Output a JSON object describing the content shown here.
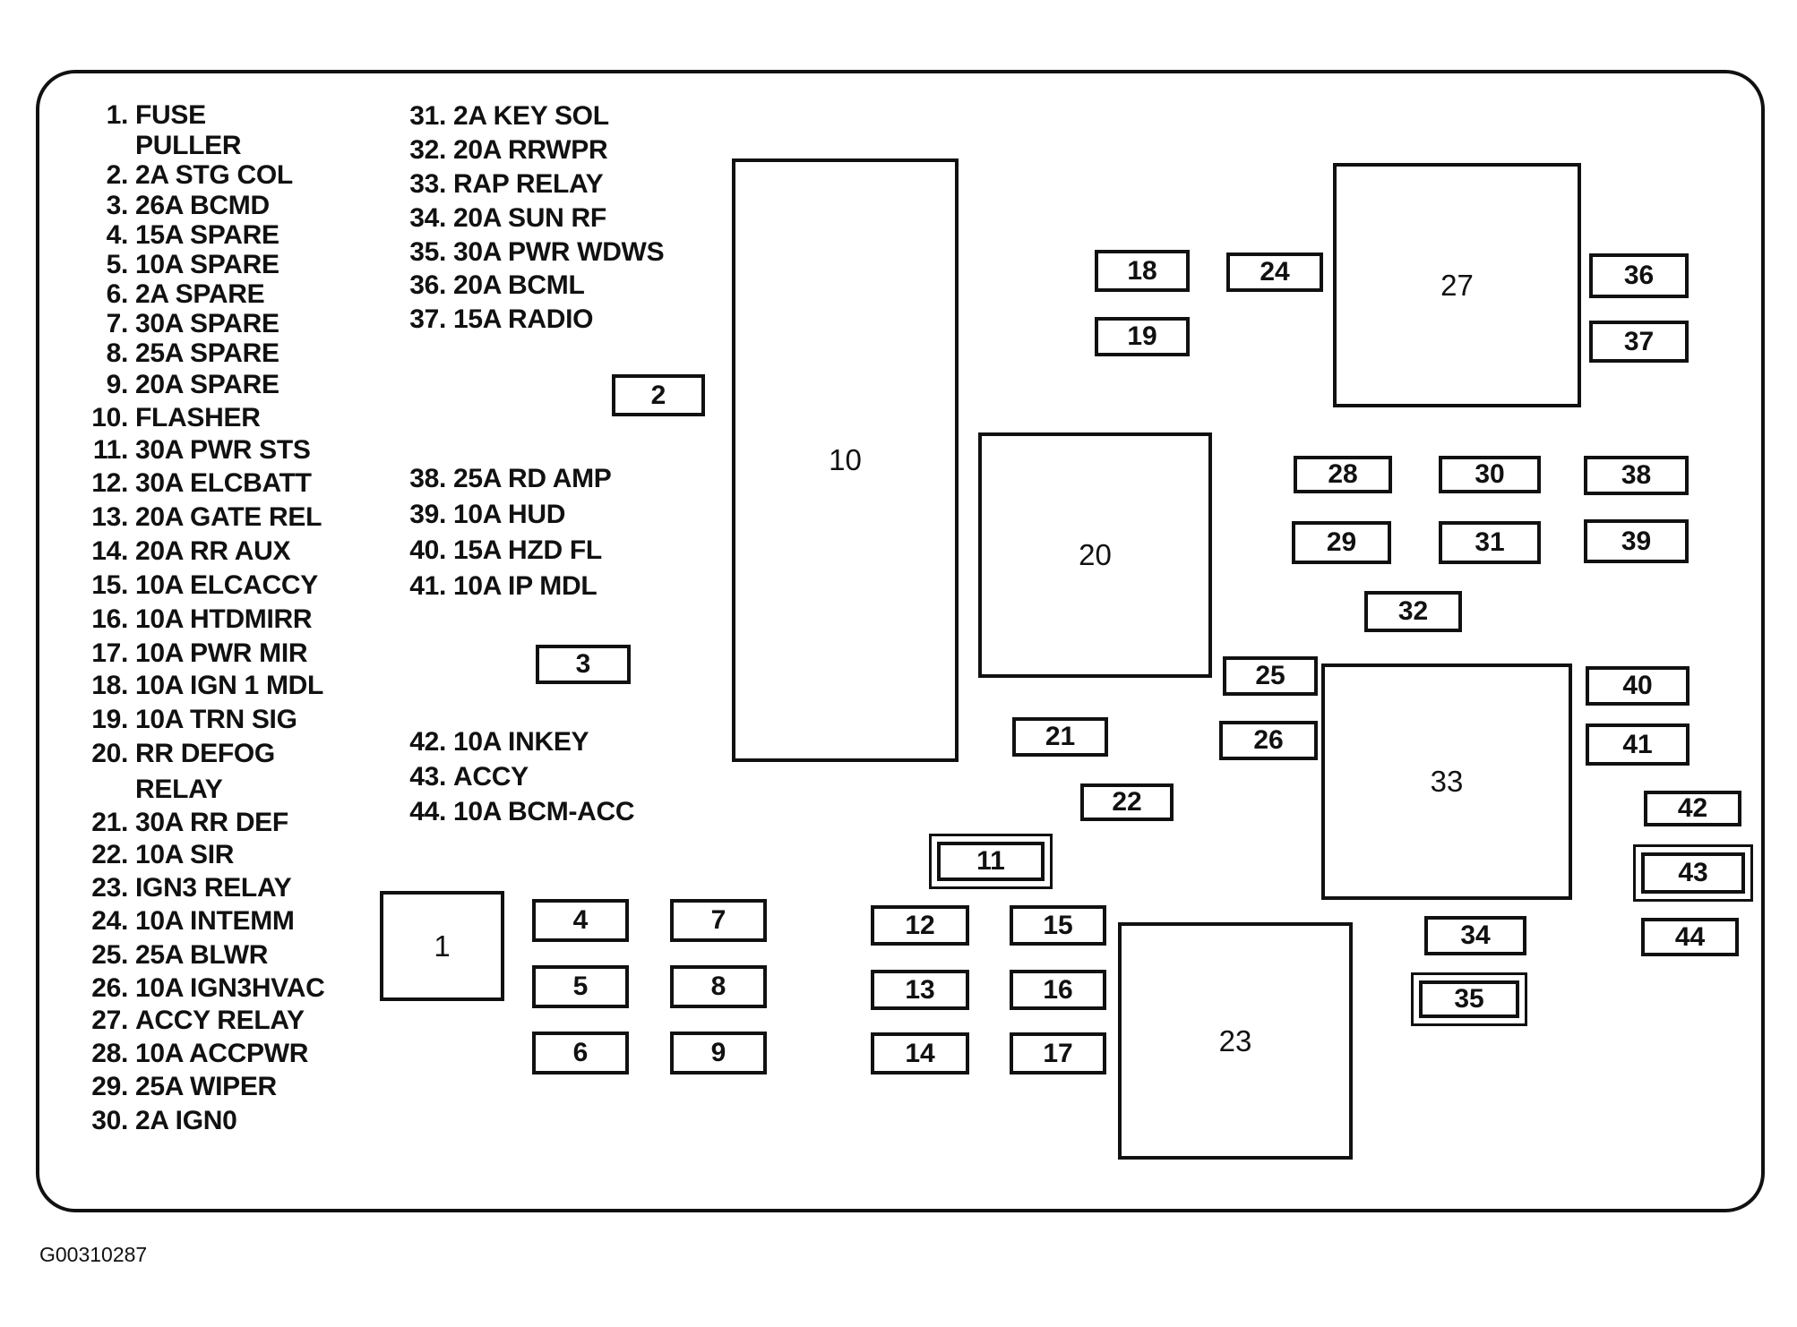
{
  "legend": [
    {
      "num": "1.",
      "text": "FUSE"
    },
    {
      "num": "",
      "text": "PULLER"
    },
    {
      "num": "2.",
      "text": "2A STG COL"
    },
    {
      "num": "3.",
      "text": "26A BCMD"
    },
    {
      "num": "4.",
      "text": "15A SPARE"
    },
    {
      "num": "5.",
      "text": "10A SPARE"
    },
    {
      "num": "6.",
      "text": "2A SPARE"
    },
    {
      "num": "7.",
      "text": "30A SPARE"
    },
    {
      "num": "8.",
      "text": "25A SPARE"
    },
    {
      "num": "9.",
      "text": "20A SPARE"
    },
    {
      "num": "10.",
      "text": "FLASHER"
    },
    {
      "num": "11.",
      "text": "30A PWR STS"
    },
    {
      "num": "12.",
      "text": "30A ELCBATT"
    },
    {
      "num": "13.",
      "text": "20A GATE REL"
    },
    {
      "num": "14.",
      "text": "20A RR AUX"
    },
    {
      "num": "15.",
      "text": "10A ELCACCY"
    },
    {
      "num": "16.",
      "text": "10A HTDMIRR"
    },
    {
      "num": "17.",
      "text": "10A PWR MIR"
    },
    {
      "num": "18.",
      "text": "10A IGN 1 MDL"
    },
    {
      "num": "19.",
      "text": "10A TRN SIG"
    },
    {
      "num": "20.",
      "text": "RR DEFOG"
    },
    {
      "num": "",
      "text": "RELAY"
    },
    {
      "num": "21.",
      "text": "30A RR DEF"
    },
    {
      "num": "22.",
      "text": "10A SIR"
    },
    {
      "num": "23.",
      "text": "IGN3 RELAY"
    },
    {
      "num": "24.",
      "text": "10A INTEMM"
    },
    {
      "num": "25.",
      "text": "25A BLWR"
    },
    {
      "num": "26.",
      "text": "10A IGN3HVAC"
    },
    {
      "num": "27.",
      "text": "ACCY RELAY"
    },
    {
      "num": "28.",
      "text": "10A ACCPWR"
    },
    {
      "num": "29.",
      "text": "25A WIPER"
    },
    {
      "num": "30.",
      "text": "2A IGN0"
    },
    {
      "num": "31.",
      "text": "2A KEY SOL"
    },
    {
      "num": "32.",
      "text": "20A RRWPR"
    },
    {
      "num": "33.",
      "text": "RAP RELAY"
    },
    {
      "num": "34.",
      "text": "20A SUN RF"
    },
    {
      "num": "35.",
      "text": "30A PWR WDWS"
    },
    {
      "num": "36.",
      "text": "20A BCML"
    },
    {
      "num": "37.",
      "text": "15A RADIO"
    },
    {
      "num": "38.",
      "text": "25A RD AMP"
    },
    {
      "num": "39.",
      "text": "10A HUD"
    },
    {
      "num": "40.",
      "text": "15A HZD FL"
    },
    {
      "num": "41.",
      "text": "10A IP MDL"
    },
    {
      "num": "42.",
      "text": "10A INKEY"
    },
    {
      "num": "43.",
      "text": "ACCY"
    },
    {
      "num": "44.",
      "text": "10A BCM-ACC"
    }
  ],
  "components": [
    "1",
    "2",
    "3",
    "4",
    "5",
    "6",
    "7",
    "8",
    "9",
    "10",
    "11",
    "12",
    "13",
    "14",
    "15",
    "16",
    "17",
    "18",
    "19",
    "20",
    "21",
    "22",
    "23",
    "24",
    "25",
    "26",
    "27",
    "28",
    "29",
    "30",
    "31",
    "32",
    "33",
    "34",
    "35",
    "36",
    "37",
    "38",
    "39",
    "40",
    "41",
    "42",
    "43",
    "44"
  ],
  "figure_code": "G00310287"
}
